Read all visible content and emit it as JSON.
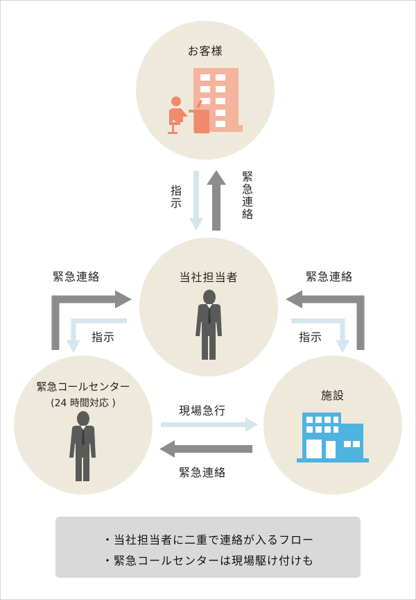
{
  "nodes": {
    "customer": {
      "label": "お客様"
    },
    "representative": {
      "label": "当社担当者"
    },
    "call_center": {
      "label": "緊急コールセンター",
      "sublabel": "(24 時間対応 )"
    },
    "facility": {
      "label": "施設"
    }
  },
  "flows": {
    "rep_to_customer": "指示",
    "customer_to_rep": "緊急連絡",
    "callcenter_to_rep": "緊急連絡",
    "rep_to_callcenter": "指示",
    "facility_to_rep": "緊急連絡",
    "rep_to_facility": "指示",
    "callcenter_to_facility": "現場急行",
    "facility_to_callcenter": "緊急連絡"
  },
  "notes": [
    "・当社担当者に二重で連絡が入るフロー",
    "・緊急コールセンターは現場駆け付けも"
  ],
  "colors": {
    "circle": "#efe9dc",
    "dark_arrow": "#8c8c8c",
    "light_arrow": "#d3e6ee",
    "building_orange": "#f4b39c",
    "person_orange": "#ef8a6a",
    "building_blue": "#4fb3df",
    "person_gray": "#5a5a5a"
  }
}
